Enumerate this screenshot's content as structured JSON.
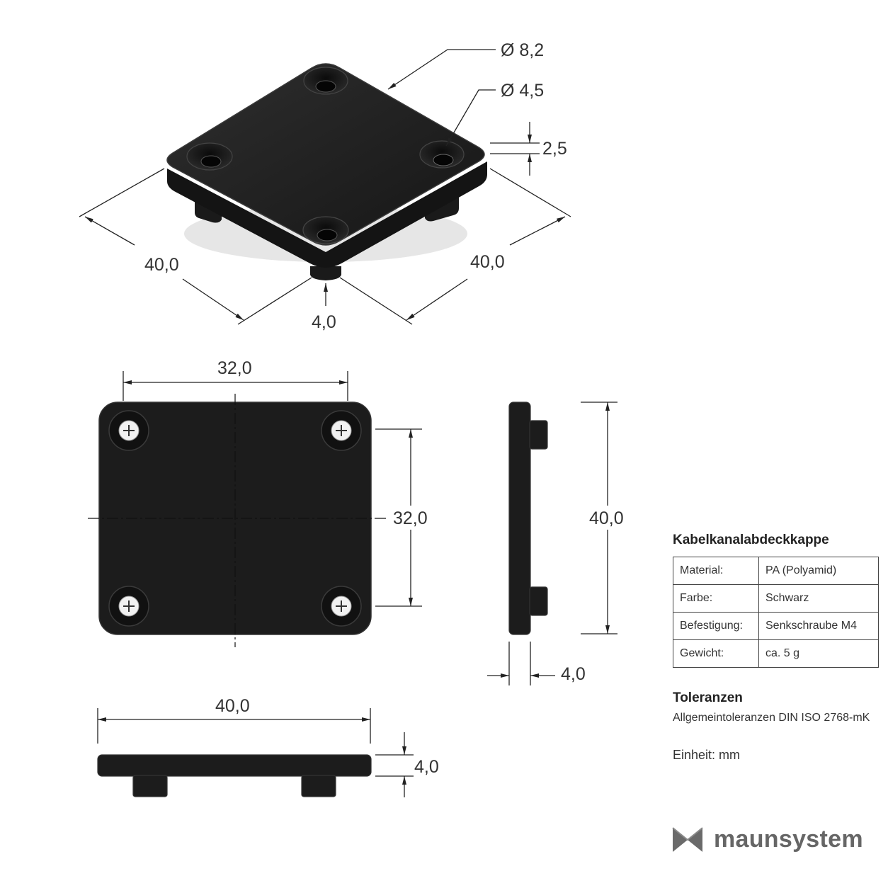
{
  "dimensions": {
    "iso_hole_outer": "Ø 8,2",
    "iso_hole_inner": "Ø 4,5",
    "iso_counterbore_depth": "2,5",
    "iso_width_left": "40,0",
    "iso_width_right": "40,0",
    "iso_height": "4,0",
    "top_hole_spacing_x": "32,0",
    "top_hole_spacing_y": "32,0",
    "side_height": "40,0",
    "side_thickness": "4,0",
    "bottom_width": "40,0",
    "bottom_thickness": "4,0"
  },
  "info": {
    "title": "Kabelkanalabdeckkappe",
    "rows": [
      {
        "key": "Material:",
        "value": "PA (Polyamid)"
      },
      {
        "key": "Farbe:",
        "value": "Schwarz"
      },
      {
        "key": "Befestigung:",
        "value": "Senkschraube M4"
      },
      {
        "key": "Gewicht:",
        "value": "ca. 5 g"
      }
    ],
    "tolerance_title": "Toleranzen",
    "tolerance_text": "Allgemeintoleranzen DIN ISO 2768-mK",
    "unit": "Einheit: mm"
  },
  "brand": {
    "name": "maunsystem",
    "logo_icon": "maunsystem-logo-icon",
    "color": "#666666"
  },
  "colors": {
    "part": "#1c1c1c",
    "part_edge": "#3a3a3a",
    "line": "#222222"
  }
}
